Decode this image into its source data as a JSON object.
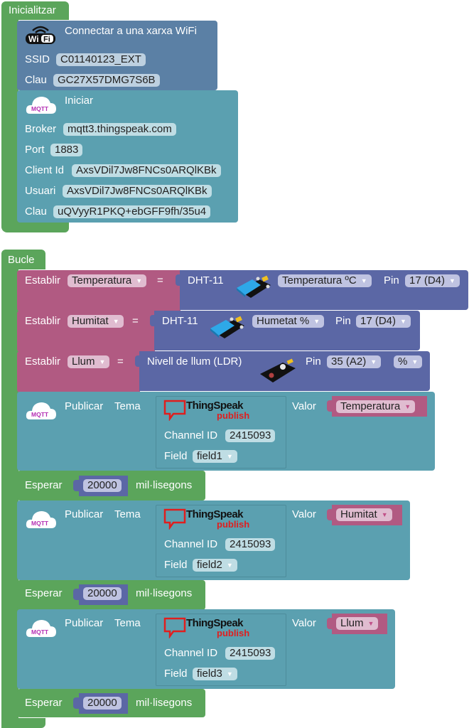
{
  "init": {
    "hat_label": "Inicialitzar",
    "wifi": {
      "icon": "wifi-icon",
      "title": "Connectar a una xarxa WiFi",
      "ssid_label": "SSID",
      "ssid_value": "C01140123_EXT",
      "key_label": "Clau",
      "key_value": "GC27X57DMG7S6B"
    },
    "mqtt": {
      "icon": "mqtt-cloud-icon",
      "icon_text": "MQTT",
      "title": "Iniciar",
      "broker_label": "Broker",
      "broker_value": "mqtt3.thingspeak.com",
      "port_label": "Port",
      "port_value": "1883",
      "client_label": "Client Id",
      "client_value": "AxsVDil7Jw8FNCs0ARQlKBk",
      "user_label": "Usuari",
      "user_value": "AxsVDil7Jw8FNCs0ARQlKBk",
      "key_label": "Clau",
      "key_value": "uQVyyR1PKQ+ebGFF9fh/35u4"
    }
  },
  "loop": {
    "hat_label": "Bucle",
    "sets": [
      {
        "label": "Establir",
        "variable": "Temperatura",
        "equals": "=",
        "sensor": "DHT-11",
        "sensor_icon": "dht11-sensor-icon",
        "measure": "Temperatura ºC",
        "pin_label": "Pin",
        "pin": "17 (D4)"
      },
      {
        "label": "Establir",
        "variable": "Humitat",
        "equals": "=",
        "sensor": "DHT-11",
        "sensor_icon": "dht11-sensor-icon",
        "measure": "Humetat %",
        "pin_label": "Pin",
        "pin": "17 (D4)"
      },
      {
        "label": "Establir",
        "variable": "Llum",
        "equals": "=",
        "sensor": "Nivell de llum (LDR)",
        "sensor_icon": "ldr-sensor-icon",
        "pin_label": "Pin",
        "pin": "35 (A2)",
        "unit": "%"
      }
    ],
    "publishes": [
      {
        "publish_label": "Publicar",
        "topic_label": "Tema",
        "ts_brand": "ThingSpeak",
        "ts_sub": "publish",
        "channel_label": "Channel ID",
        "channel": "2415093",
        "field_label": "Field",
        "field": "field1",
        "value_label": "Valor",
        "value": "Temperatura"
      },
      {
        "publish_label": "Publicar",
        "topic_label": "Tema",
        "ts_brand": "ThingSpeak",
        "ts_sub": "publish",
        "channel_label": "Channel ID",
        "channel": "2415093",
        "field_label": "Field",
        "field": "field2",
        "value_label": "Valor",
        "value": "Humitat"
      },
      {
        "publish_label": "Publicar",
        "topic_label": "Tema",
        "ts_brand": "ThingSpeak",
        "ts_sub": "publish",
        "channel_label": "Channel ID",
        "channel": "2415093",
        "field_label": "Field",
        "field": "field3",
        "value_label": "Valor",
        "value": "Llum"
      }
    ],
    "waits": [
      {
        "label": "Esperar",
        "value": "20000",
        "unit": "mil·lisegons"
      },
      {
        "label": "Esperar",
        "value": "20000",
        "unit": "mil·lisegons"
      },
      {
        "label": "Esperar",
        "value": "20000",
        "unit": "mil·lisegons"
      }
    ]
  },
  "colors": {
    "event_green": "#5ba55b",
    "wifi_blue": "#5b80a5",
    "mqtt_teal": "#5ba0b0",
    "variable_pink": "#b15a82",
    "sensor_indigo": "#5b67a5",
    "thingspeak_red": "#e01e1e"
  }
}
